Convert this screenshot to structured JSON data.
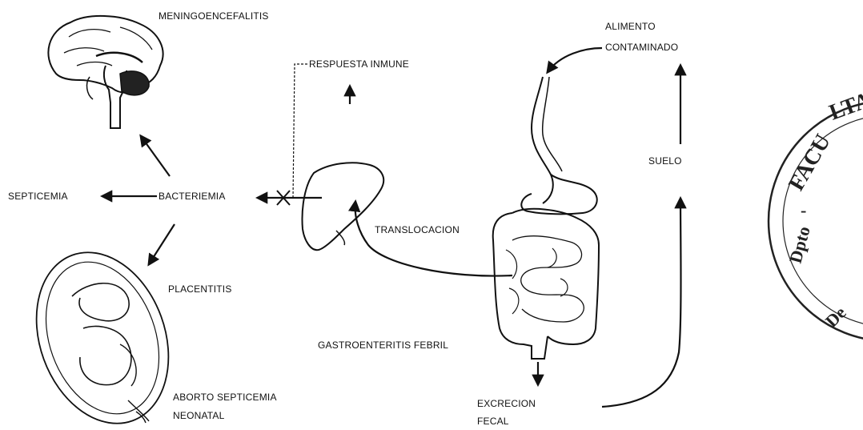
{
  "labels": {
    "meningoencefalitis": "MENINGOENCEFALITIS",
    "respuesta_inmune": "RESPUESTA INMUNE",
    "alimento_line1": "ALIMENTO",
    "alimento_line2": "CONTAMINADO",
    "septicemia": "SEPTICEMIA",
    "bacteriemia": "BACTERIEMIA",
    "suelo": "SUELO",
    "translocacion": "TRANSLOCACION",
    "placentitis": "PLACENTITIS",
    "gastroenteritis": "GASTROENTERITIS FEBRIL",
    "aborto_line1": "ABORTO SEPTICEMIA",
    "aborto_line2": "NEONATAL",
    "excrecion_line1": "EXCRECION",
    "excrecion_line2": "FECAL"
  },
  "stamp": {
    "text": "FACULTAD · Dpto · De"
  },
  "colors": {
    "ink": "#111111",
    "stamp": "#222222",
    "background": "#ffffff"
  }
}
